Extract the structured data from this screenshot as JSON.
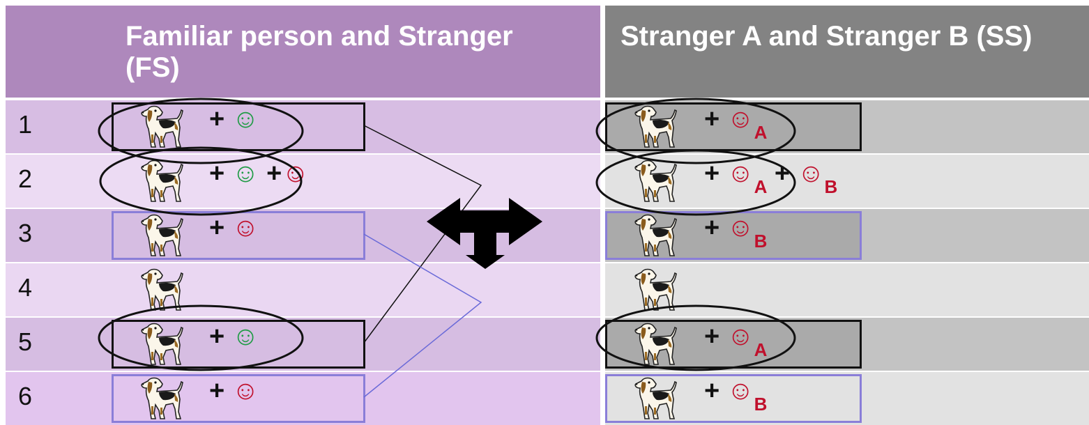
{
  "fs": {
    "title": "Familiar person and Stranger (FS)",
    "plus": "+",
    "rows": [
      {
        "num": "1"
      },
      {
        "num": "2"
      },
      {
        "num": "3"
      },
      {
        "num": "4"
      },
      {
        "num": "5"
      },
      {
        "num": "6"
      }
    ]
  },
  "ss": {
    "title": "Stranger A and Stranger B (SS)",
    "plus": "+",
    "sub_a": "A",
    "sub_b": "B"
  },
  "symbols": {
    "smiley": "☺",
    "plus": "+"
  },
  "colors": {
    "fs_header": "#ae88bc",
    "ss_header": "#838383",
    "familiar_person": "#1f9b45",
    "stranger": "#c0102c",
    "box_black": "#111111",
    "box_blue": "#8a7ed8"
  },
  "icons": {
    "dog": "dog-icon",
    "person": "smiley-icon",
    "arrow": "three-way-arrow-icon"
  }
}
